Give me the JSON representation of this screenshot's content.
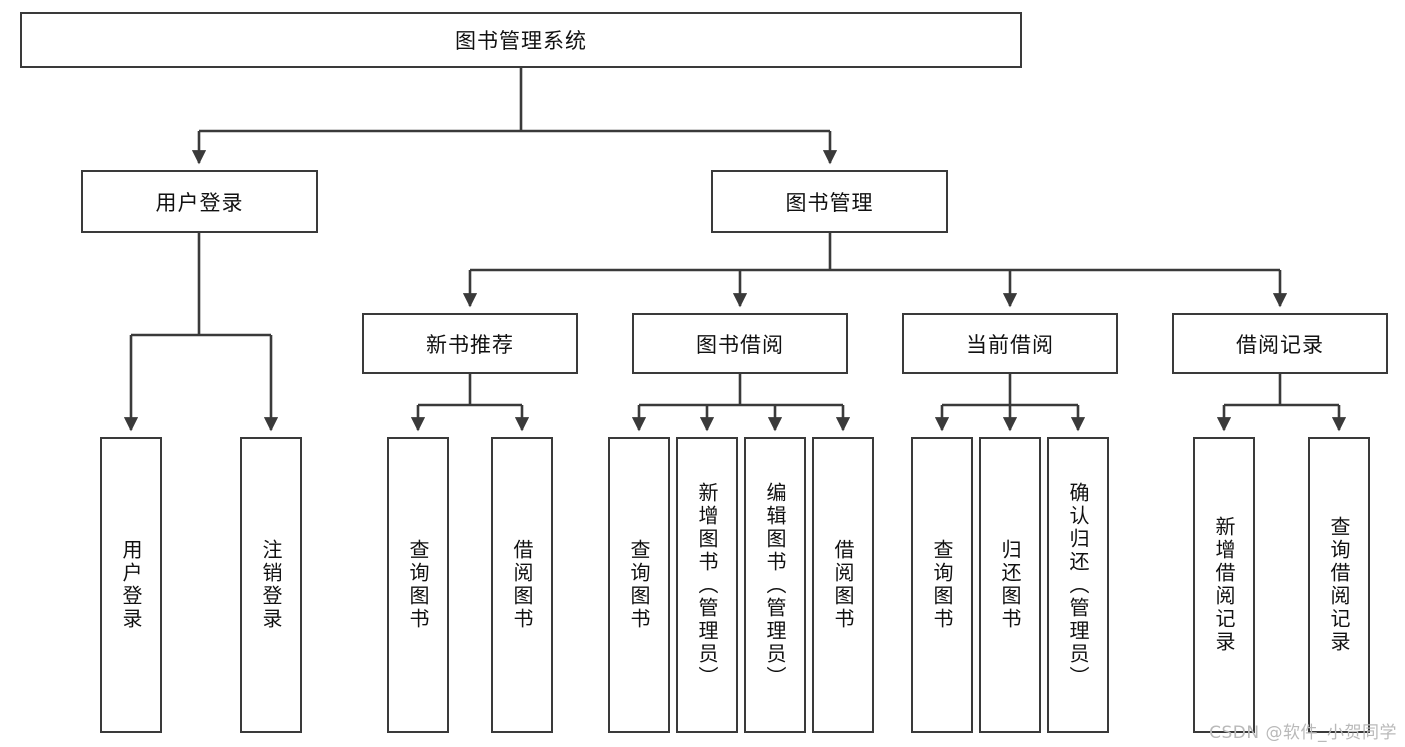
{
  "diagram": {
    "title": "图书管理系统",
    "root": {
      "label": "图书管理系统"
    },
    "level2": [
      {
        "label": "用户登录"
      },
      {
        "label": "图书管理"
      }
    ],
    "level3": [
      {
        "label": "新书推荐"
      },
      {
        "label": "图书借阅"
      },
      {
        "label": "当前借阅"
      },
      {
        "label": "借阅记录"
      }
    ],
    "leaves": {
      "user_login": [
        {
          "label": "用户登录"
        },
        {
          "label": "注销登录"
        }
      ],
      "new_book_recommend": [
        {
          "label": "查询图书"
        },
        {
          "label": "借阅图书"
        }
      ],
      "book_borrow": [
        {
          "label": "查询图书"
        },
        {
          "label": "新增图书（管理员）"
        },
        {
          "label": "编辑图书（管理员）"
        },
        {
          "label": "借阅图书"
        }
      ],
      "current_borrow": [
        {
          "label": "查询图书"
        },
        {
          "label": "归还图书"
        },
        {
          "label": "确认归还（管理员）"
        }
      ],
      "borrow_record": [
        {
          "label": "新增借阅记录"
        },
        {
          "label": "查询借阅记录"
        }
      ]
    }
  },
  "watermark": {
    "text": "CSDN @软件_小贺同学"
  },
  "colors": {
    "border": "#3a3a3a",
    "text": "#111111",
    "background": "#ffffff",
    "watermark": "#b9b9b9"
  }
}
